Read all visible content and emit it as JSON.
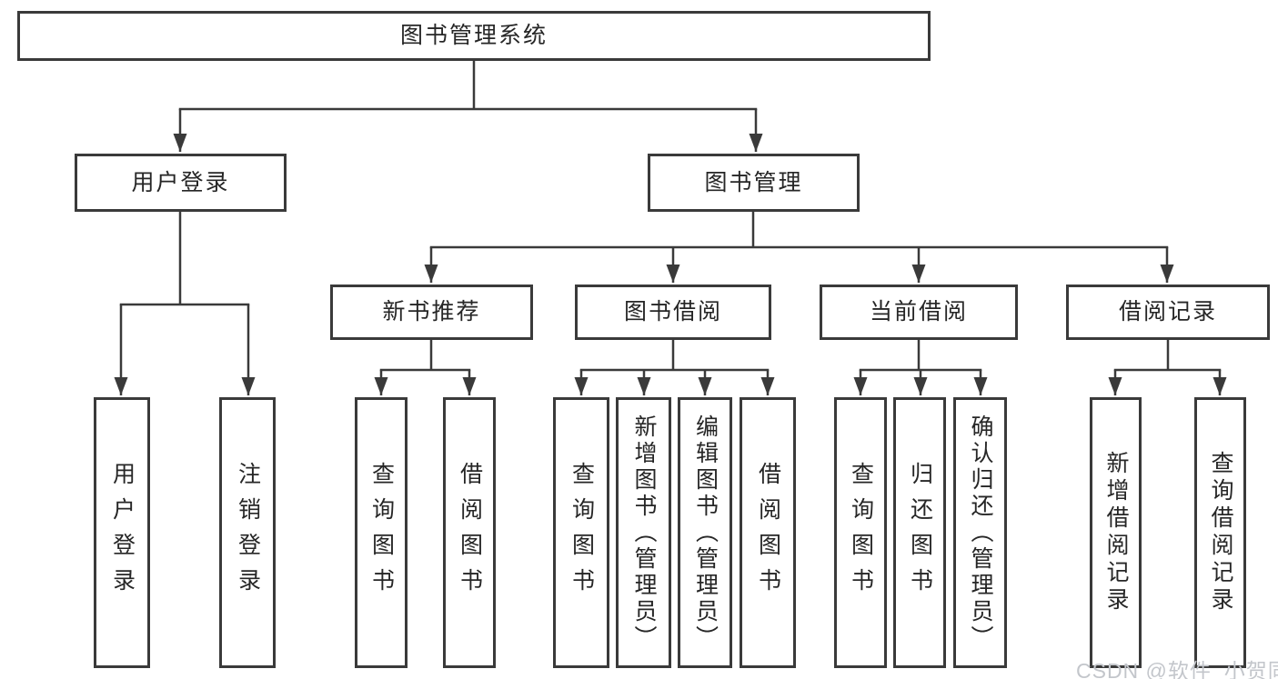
{
  "colors": {
    "background": "#ffffff",
    "line": "#3a3a3a",
    "border": "#3a3a3a",
    "text": "#262626",
    "watermark": "#c3c6cb"
  },
  "watermark": {
    "text": "CSDN @软件_小贺同学"
  },
  "tree": {
    "label": "图书管理系统",
    "children": [
      {
        "label": "用户登录",
        "children": [
          {
            "label": "用户登录"
          },
          {
            "label": "注销登录"
          }
        ]
      },
      {
        "label": "图书管理",
        "children": [
          {
            "label": "新书推荐",
            "children": [
              {
                "label": "查询图书"
              },
              {
                "label": "借阅图书"
              }
            ]
          },
          {
            "label": "图书借阅",
            "children": [
              {
                "label": "查询图书"
              },
              {
                "label": "新增图书（管理员）"
              },
              {
                "label": "编辑图书（管理员）"
              },
              {
                "label": "借阅图书"
              }
            ]
          },
          {
            "label": "当前借阅",
            "children": [
              {
                "label": "查询图书"
              },
              {
                "label": "归还图书"
              },
              {
                "label": "确认归还（管理员）"
              }
            ]
          },
          {
            "label": "借阅记录",
            "children": [
              {
                "label": "新增借阅记录"
              },
              {
                "label": "查询借阅记录"
              }
            ]
          }
        ]
      }
    ]
  }
}
